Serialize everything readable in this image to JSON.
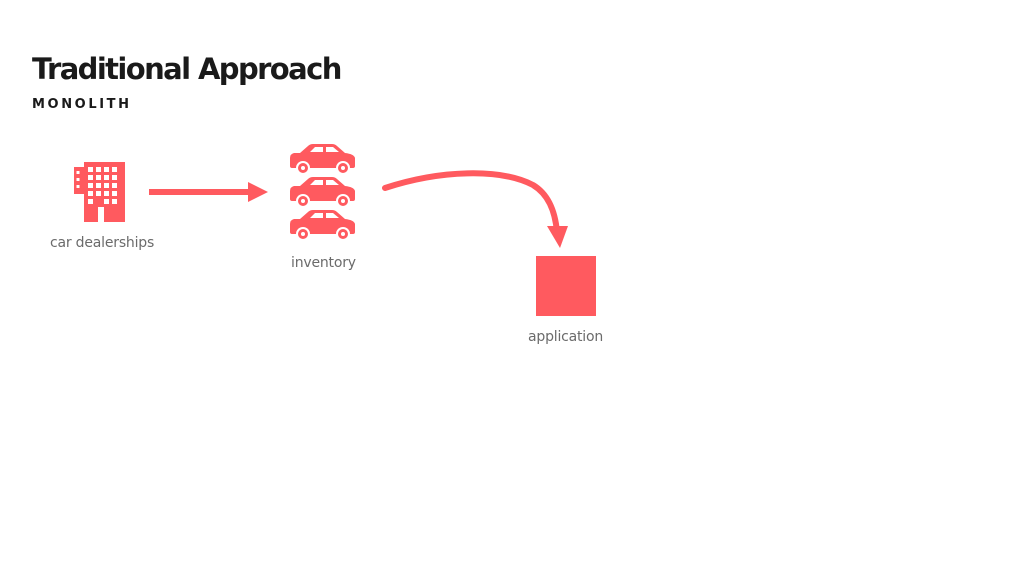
{
  "slide": {
    "title": "Traditional Approach",
    "subtitle": "MONOLITH"
  },
  "nodes": {
    "dealerships": {
      "label": "car dealerships",
      "icon": "building-icon"
    },
    "inventory": {
      "label": "inventory",
      "icon": "car-icon",
      "count": 3
    },
    "application": {
      "label": "application",
      "icon": "square-block"
    }
  },
  "edges": [
    {
      "from": "dealerships",
      "to": "inventory"
    },
    {
      "from": "inventory",
      "to": "application"
    }
  ],
  "colors": {
    "accent": "#ff5a5f",
    "title": "#1a1a1a",
    "caption": "#6b6b6b",
    "background": "#ffffff"
  }
}
